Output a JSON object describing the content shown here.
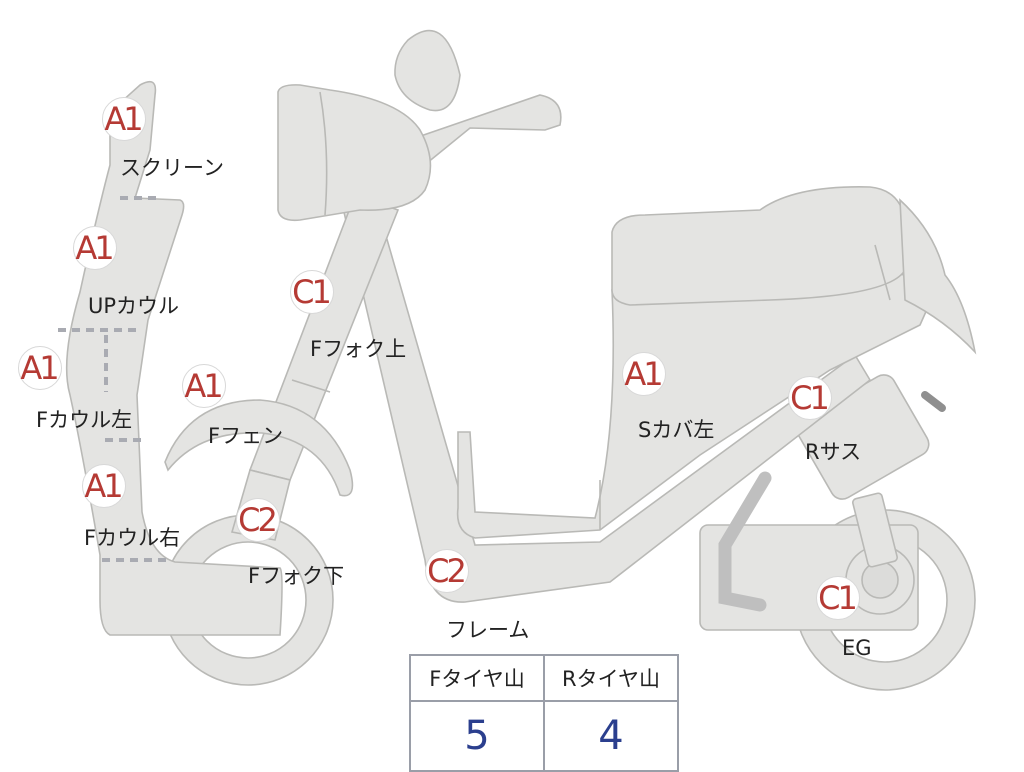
{
  "parts": [
    {
      "grade": "A1",
      "label": "スクリーン"
    },
    {
      "grade": "A1",
      "label": "UPカウル"
    },
    {
      "grade": "A1",
      "label": "Fカウル左"
    },
    {
      "grade": "A1",
      "label": "Fカウル右"
    },
    {
      "grade": "A1",
      "label": "Fフェン"
    },
    {
      "grade": "C1",
      "label": "Fフォク上"
    },
    {
      "grade": "C2",
      "label": "Fフォク下"
    },
    {
      "grade": "C2",
      "label": "フレーム"
    },
    {
      "grade": "A1",
      "label": "Sカバ左"
    },
    {
      "grade": "C1",
      "label": "Rサス"
    },
    {
      "grade": "C1",
      "label": "EG"
    }
  ],
  "tire_table": {
    "headers": [
      "Fタイヤ山",
      "Rタイヤ山"
    ],
    "values": [
      "5",
      "4"
    ]
  },
  "colors": {
    "grade_text": "#b53a34",
    "tire_value": "#2b3f8e",
    "part_fill": "#e4e4e2"
  }
}
